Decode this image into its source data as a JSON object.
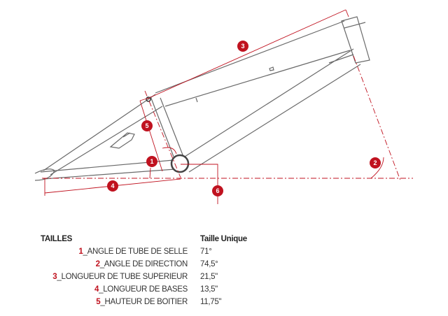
{
  "diagram": {
    "markers": [
      "1",
      "2",
      "3",
      "4",
      "5",
      "6"
    ],
    "colors": {
      "accent": "#c0121f",
      "frame": "#6a6a6a"
    }
  },
  "table": {
    "header_left": "TAILLES",
    "header_right": "Taille Unique",
    "rows": [
      {
        "num": "1",
        "label": "_ANGLE DE TUBE DE SELLE",
        "value": "71°"
      },
      {
        "num": "2",
        "label": "_ANGLE DE DIRECTION",
        "value": "74,5°"
      },
      {
        "num": "3",
        "label": "_LONGUEUR DE TUBE SUPERIEUR",
        "value": "21,5\""
      },
      {
        "num": "4",
        "label": "_LONGUEUR DE BASES",
        "value": "13,5\""
      },
      {
        "num": "5",
        "label": "_HAUTEUR DE BOITIER",
        "value": "11,75\""
      }
    ]
  }
}
